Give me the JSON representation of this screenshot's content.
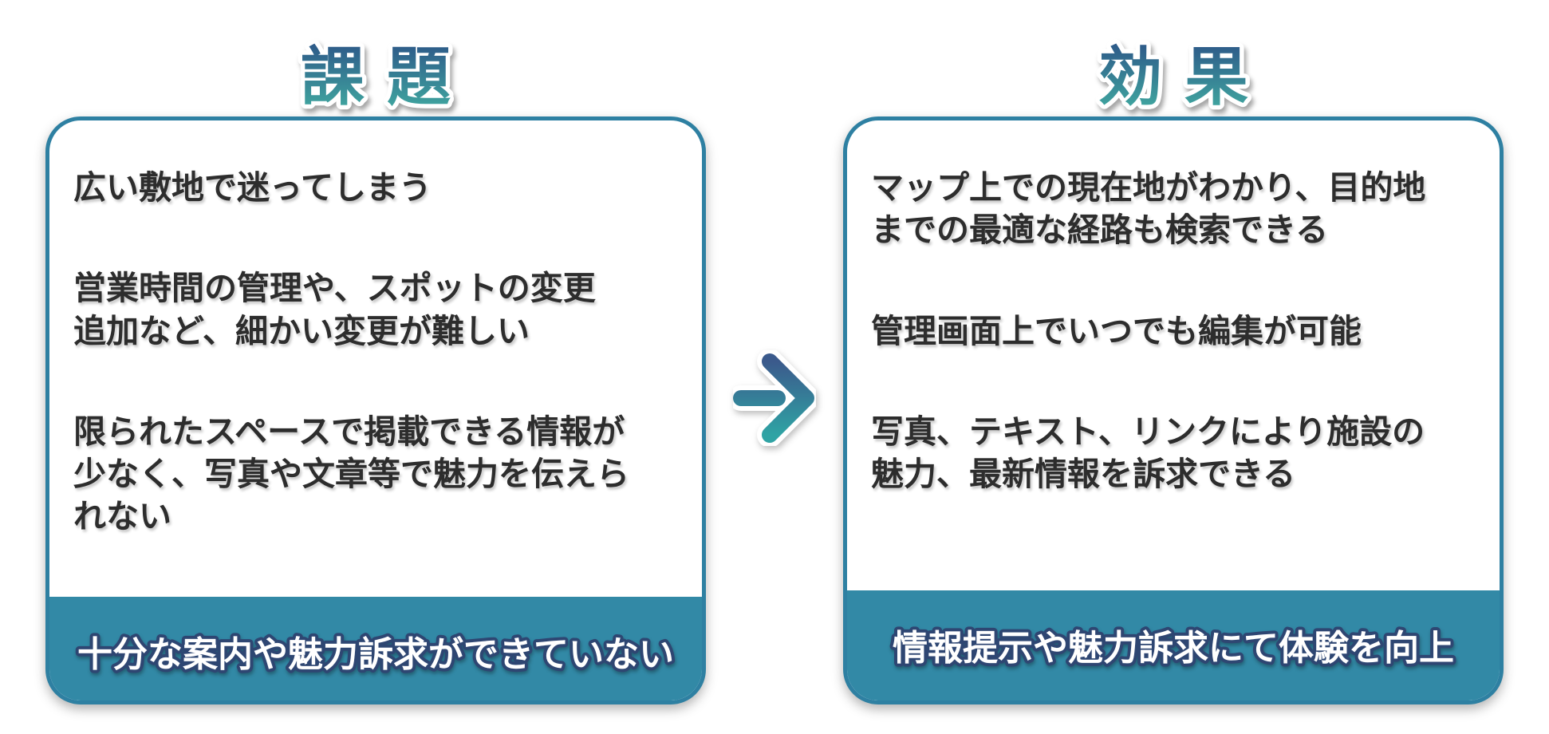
{
  "colors": {
    "card_border": "#2e80a2",
    "banner_background": "#3289a6",
    "banner_text_outline": "#2e4672",
    "title_gradient_top": "#2d5788",
    "title_gradient_bottom": "#41aba1",
    "arrow_gradient_top": "#3b5a8c",
    "arrow_gradient_bottom": "#2fa3a4",
    "body_text": "#2d2d2d"
  },
  "left_panel": {
    "title": "課題",
    "paragraphs": [
      {
        "lines": [
          "広い敷地で迷ってしまう"
        ]
      },
      {
        "lines": [
          "営業時間の管理や、スポットの変更",
          "追加など、細かい変更が難しい"
        ]
      },
      {
        "lines": [
          "限られたスペースで掲載できる情報が",
          "少なく、写真や文章等で魅力を伝えら",
          "れない"
        ]
      }
    ],
    "banner": "十分な案内や魅力訴求ができていない"
  },
  "right_panel": {
    "title": "効果",
    "paragraphs": [
      {
        "lines": [
          "マップ上での現在地がわかり、目的地",
          "までの最適な経路も検索できる"
        ]
      },
      {
        "lines": [
          "管理画面上でいつでも編集が可能"
        ]
      },
      {
        "lines": [
          "写真、テキスト、リンクにより施設の",
          "魅力、最新情報を訴求できる"
        ]
      }
    ],
    "banner": "情報提示や魅力訴求にて体験を向上"
  },
  "arrow": {
    "direction": "right"
  }
}
